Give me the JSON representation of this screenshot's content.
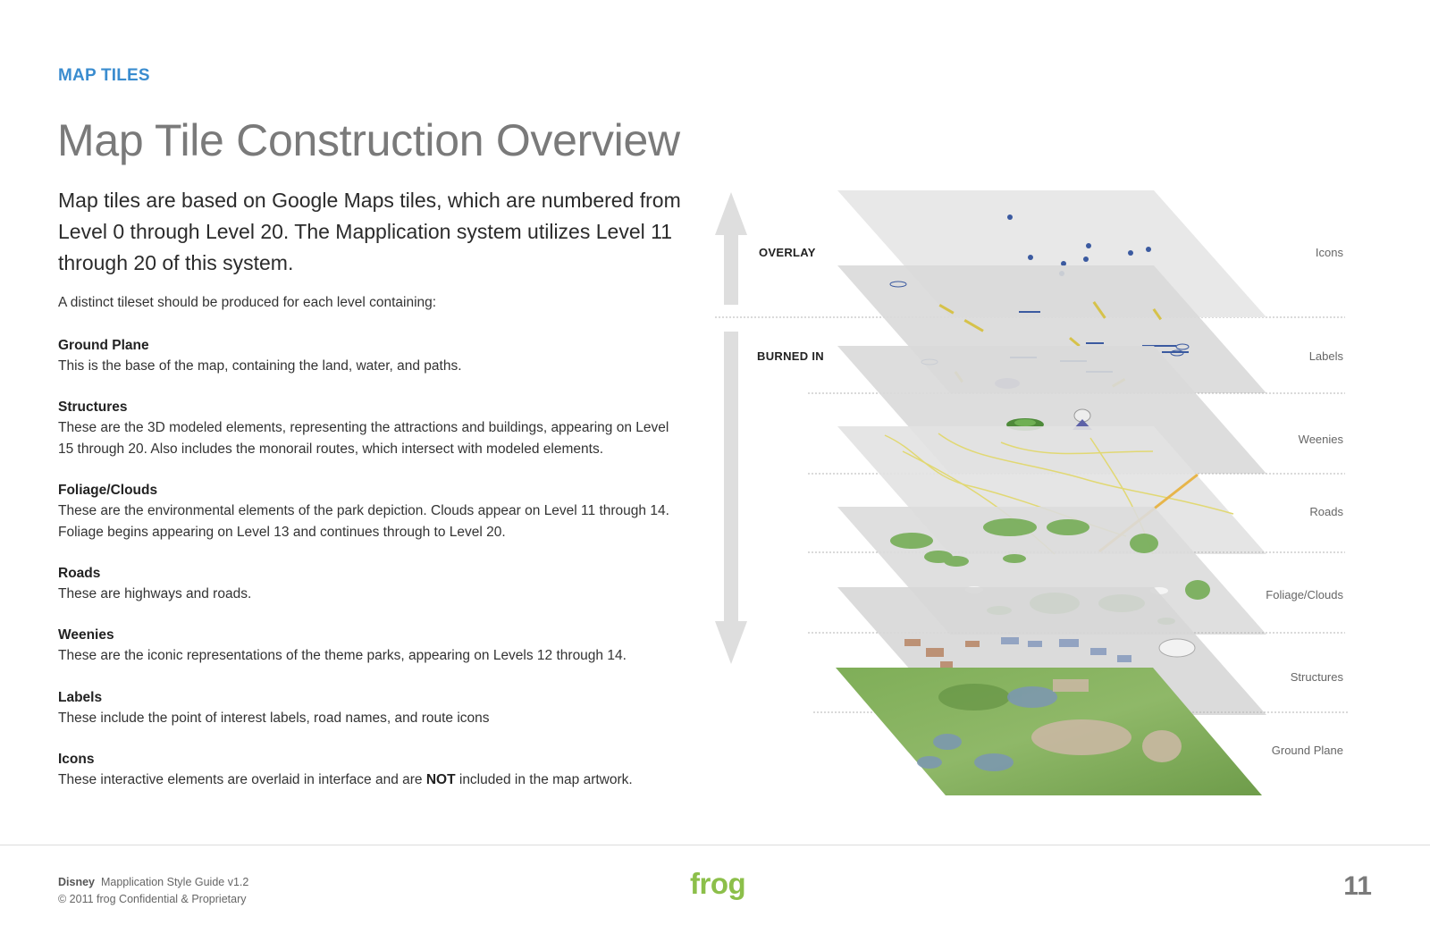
{
  "section_label": "MAP TILES",
  "page_title": "Map Tile Construction Overview",
  "intro": "Map tiles are based on Google Maps tiles, which are numbered from Level 0 through Level 20. The Mapplication system utilizes Level 11 through 20 of this system.",
  "lead": "A distinct tileset should be produced for each level containing:",
  "items": [
    {
      "title": "Ground Plane",
      "text": "This is the base of the map, containing the land, water, and paths."
    },
    {
      "title": "Structures",
      "text": "These are the 3D modeled elements, representing the attractions and buildings, appearing on Level 15 through 20. Also includes the monorail routes, which intersect with modeled elements."
    },
    {
      "title": "Foliage/Clouds",
      "text": "These are the environmental elements of the park depiction. Clouds appear on Level 11 through 14. Foliage begins appearing on Level 13 and continues through to Level 20."
    },
    {
      "title": "Roads",
      "text": "These are highways and roads."
    },
    {
      "title": "Weenies",
      "text": "These are the iconic representations of the theme parks, appearing on Levels 12 through 14."
    },
    {
      "title": "Labels",
      "text": "These include the point of interest labels, road names, and route icons"
    },
    {
      "title": "Icons",
      "text_before": "These interactive elements are overlaid in interface and are ",
      "text_strong": "NOT",
      "text_after": " included in the map artwork."
    }
  ],
  "diagram": {
    "overlay_label": "OVERLAY",
    "burned_in_label": "BURNED IN",
    "layers": [
      "Icons",
      "Labels",
      "Weenies",
      "Roads",
      "Foliage/Clouds",
      "Structures",
      "Ground Plane"
    ]
  },
  "footer": {
    "client": "Disney",
    "doc": "Mapplication Style Guide v1.2",
    "copyright": "© 2011 frog  Confidential & Proprietary",
    "logo": "frog",
    "page_number": "11"
  }
}
